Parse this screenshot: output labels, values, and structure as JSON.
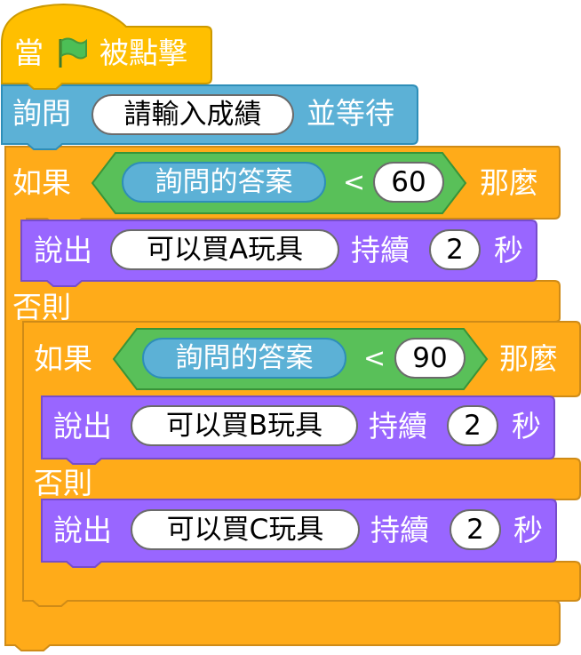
{
  "colors": {
    "events": "#ffbf00",
    "control": "#ffab19",
    "control_stroke": "#cf8b17",
    "sensing": "#5cb1d6",
    "sensing_stroke": "#2e8eb8",
    "operators": "#59c059",
    "operators_stroke": "#389438",
    "looks": "#9966ff",
    "looks_stroke": "#774dcb"
  },
  "hat": {
    "when": "當",
    "flag_icon": "green-flag",
    "clicked": "被點擊"
  },
  "ask": {
    "label": "詢問",
    "question": "請輸入成績",
    "and_wait": "並等待"
  },
  "if1": {
    "if_label": "如果",
    "answer_reporter": "詢問的答案",
    "operator": "<",
    "value": "60",
    "then_label": "那麼",
    "say": {
      "label": "說出",
      "message": "可以買A玩具",
      "for_label": "持續",
      "secs": "2",
      "secs_label": "秒"
    },
    "else_label": "否則"
  },
  "if2": {
    "if_label": "如果",
    "answer_reporter": "詢問的答案",
    "operator": "<",
    "value": "90",
    "then_label": "那麼",
    "say1": {
      "label": "說出",
      "message": "可以買B玩具",
      "for_label": "持續",
      "secs": "2",
      "secs_label": "秒"
    },
    "else_label": "否則",
    "say2": {
      "label": "說出",
      "message": "可以買C玩具",
      "for_label": "持續",
      "secs": "2",
      "secs_label": "秒"
    }
  }
}
